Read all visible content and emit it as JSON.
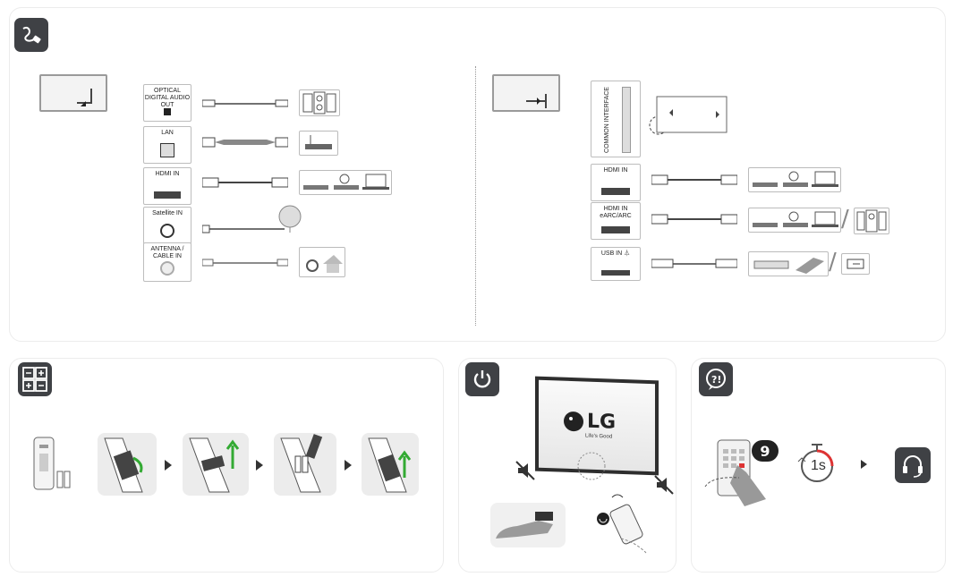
{
  "top_left": {
    "ports": [
      {
        "label": "OPTICAL DIGITAL AUDIO OUT"
      },
      {
        "label": "LAN"
      },
      {
        "label": "HDMI IN"
      },
      {
        "label": "Satellite IN"
      },
      {
        "label": "ANTENNA / CABLE IN"
      }
    ]
  },
  "top_right": {
    "common_interface": "COMMON INTERFACE",
    "ports": [
      {
        "label": "HDMI IN"
      },
      {
        "label": "HDMI IN eARC/ARC"
      },
      {
        "label": "USB IN ⏃"
      }
    ]
  },
  "tv_logo": {
    "brand": "LG",
    "slogan": "Life's Good"
  },
  "help": {
    "number_key": "9",
    "timer_label": "1s"
  },
  "icons": {
    "connection": "cable-icon",
    "battery": "battery-icon",
    "power": "power-icon",
    "help": "help-bubble-icon",
    "headset": "headset-icon"
  }
}
